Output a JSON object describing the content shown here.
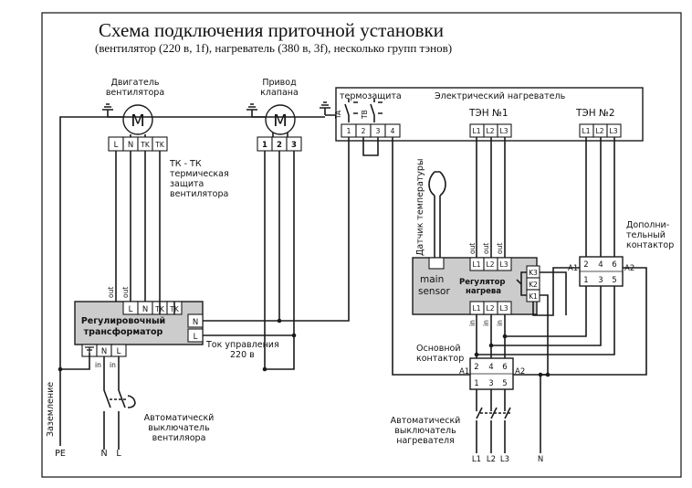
{
  "title": "Схема подключения приточной установки",
  "subtitle": "(вентилятор (220 в, 1f), нагреватель (380 в, 3f), несколько групп тэнов)",
  "fan_motor": {
    "label_line1": "Двигатель",
    "label_line2": "вентилятора",
    "symbol": "M",
    "terminals": [
      "L",
      "N",
      "TK",
      "TK"
    ]
  },
  "tk_note": [
    "ТК - ТК",
    "термическая",
    "защита",
    "вентилятора"
  ],
  "valve": {
    "label_line1": "Привод",
    "label_line2": "клапана",
    "symbol": "M",
    "terminals": [
      "1",
      "2",
      "3"
    ]
  },
  "heater": {
    "label": "Электрический нагреватель",
    "thermo_label": "термозащита",
    "terminals": [
      "1",
      "2",
      "3",
      "4"
    ],
    "thermo_codes": [
      "TA",
      "TB"
    ],
    "ten1": {
      "label": "ТЭН №1",
      "terminals": [
        "L1",
        "L2",
        "L3"
      ]
    },
    "ten2": {
      "label": "ТЭН №2",
      "terminals": [
        "L1",
        "L2",
        "L3"
      ]
    }
  },
  "sensor": {
    "label": "Датчик температуры"
  },
  "regulator": {
    "main_sensor_line1": "main",
    "main_sensor_line2": "sensor",
    "label_line1": "Регулятор",
    "label_line2": "нагрева",
    "top_terminals": [
      "L1",
      "L2",
      "L3"
    ],
    "bottom_terminals": [
      "L1",
      "L2",
      "L3"
    ],
    "k_terminals": [
      "K3",
      "K2",
      "K1"
    ],
    "out_labels": [
      "out",
      "out",
      "out"
    ],
    "in_labels": [
      "in",
      "in",
      "in"
    ]
  },
  "transformer": {
    "label_line1": "Регулировочный",
    "label_line2": "трансформатор",
    "top_terminals": [
      "L",
      "N",
      "TK",
      "TK"
    ],
    "side_terminals": [
      "N",
      "L"
    ],
    "bottom_terminals": [
      "N",
      "L"
    ],
    "out_labels": [
      "out",
      "out"
    ],
    "in_labels": [
      "in",
      "in"
    ]
  },
  "control_current": [
    "Ток управления",
    "220 в"
  ],
  "extra_contactor": {
    "label": [
      "Дополни-",
      "тельный",
      "контактор"
    ],
    "coil_a1": "A1",
    "coil_a2": "A2",
    "top_terminals": [
      "2",
      "4",
      "6"
    ],
    "bottom_terminals": [
      "1",
      "3",
      "5"
    ]
  },
  "main_contactor": {
    "label": [
      "Основной",
      "контактор"
    ],
    "coil_a1": "A1",
    "coil_a2": "A2",
    "top_terminals": [
      "2",
      "4",
      "6"
    ],
    "bottom_terminals": [
      "1",
      "3",
      "5"
    ]
  },
  "breaker_fan": {
    "label": [
      "Автоматическй",
      "выключатель",
      "вентиляора"
    ]
  },
  "breaker_heater": {
    "label": [
      "Автоматическй",
      "выключатель",
      "нагревателя"
    ]
  },
  "ground_label": "Заземление",
  "bottom_terminals_fan": [
    "PE",
    "N",
    "L"
  ],
  "bottom_terminals_heater": [
    "L1",
    "L2",
    "L3",
    "N"
  ]
}
